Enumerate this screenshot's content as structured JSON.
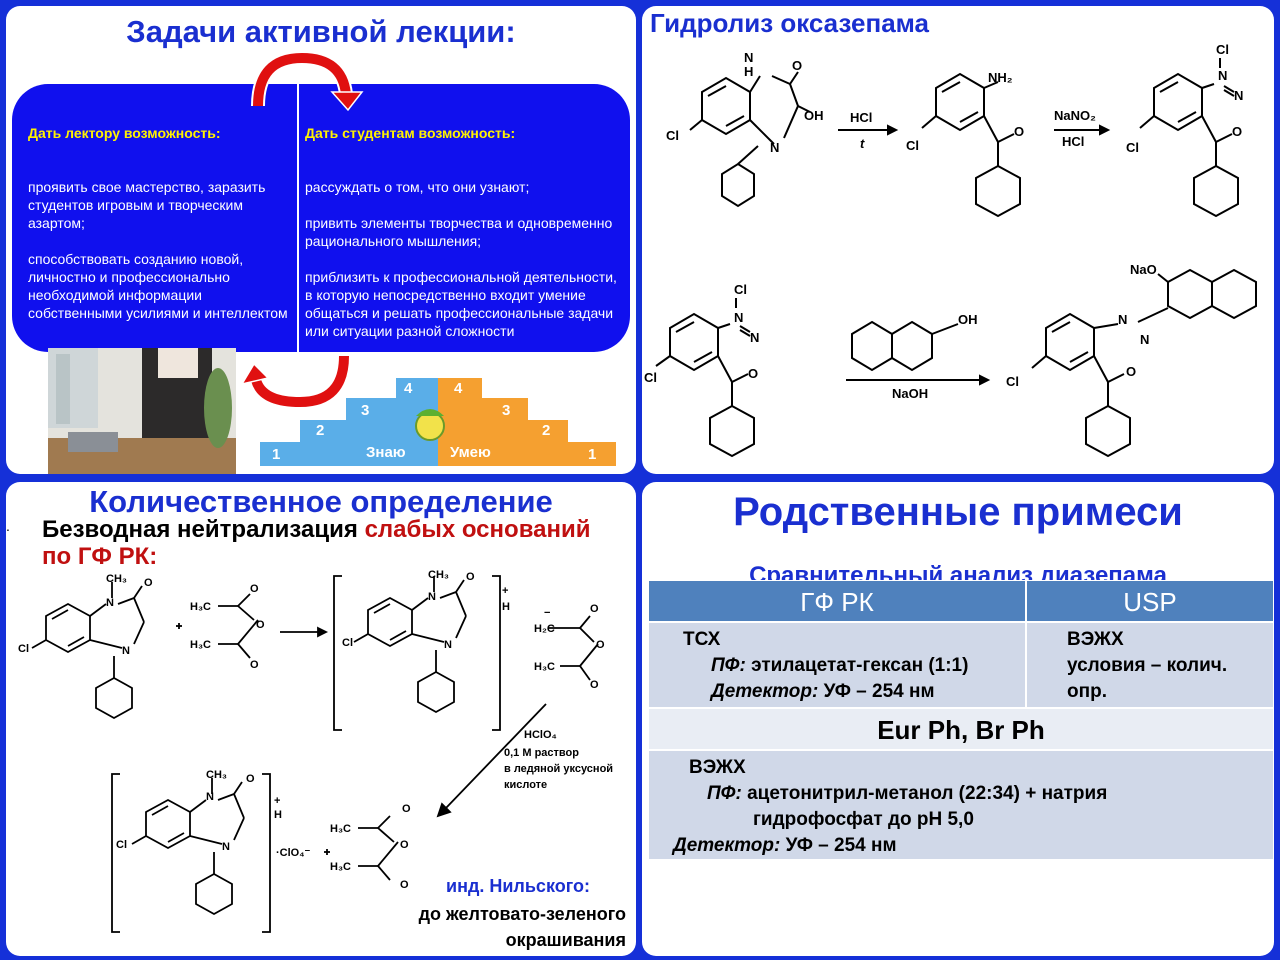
{
  "panel1": {
    "title": "Задачи активной лекции:",
    "left_head": "Дать лектору возможность:",
    "left_text": "проявить свое мастерство, заразить студентов игровым и творческим азартом;\n\nспособствовать созданию новой, личностно и профессионально необходимой информации собственными усилиями и интеллектом",
    "right_head": "Дать студентам возможность:",
    "right_text": "рассуждать о том, что они узнают;\n\nпривить элементы творчества и одновременно рационального мышления;\n\nприблизить к профессиональной деятельности, в которую непосредственно входит умение общаться и решать профессиональные задачи или ситуации разной сложности",
    "stairs_left_label": "Знаю",
    "stairs_right_label": "Умею",
    "stairs_numbers": [
      "1",
      "2",
      "3",
      "4"
    ],
    "colors": {
      "box": "#1010ee",
      "head": "#fff200",
      "arrow": "#e01010",
      "stairs_blue": "#5aaee8",
      "stairs_orange": "#f5a030"
    }
  },
  "panel2": {
    "title": "Гидролиз оксазепама",
    "labels": {
      "hcl": "HCl",
      "t": "t",
      "nano2": "NaNO",
      "nano2_sub": "2",
      "hcl2": "HCl",
      "naoh": "NaOH",
      "oh": "OH",
      "nh": "H",
      "n": "N",
      "o": "O",
      "cl": "Cl",
      "nh2": "NH",
      "nh2_sub": "2",
      "nao": "NaO"
    }
  },
  "panel3": {
    "title": "Количественное определение",
    "sub_black": "Безводная нейтрализация",
    "sub_red": "слабых оснований по ГФ РК:",
    "dot": ".",
    "reagent_line1": "HClO",
    "reagent_sub": "4",
    "reagent_line2": "0,1 M раствор",
    "reagent_line3": "в ледяной уксусной",
    "reagent_line4": "кислоте",
    "indicator": "инд. Нильского:",
    "endpoint": "до желтовато-зеленого\nокрашивания",
    "labels": {
      "ch3": "CH",
      "h3c": "H C",
      "n": "N",
      "o": "O",
      "cl": "Cl",
      "h": "H",
      "clo4": "ClO"
    }
  },
  "panel4": {
    "title": "Родственные примеси",
    "subtitle": "Сравнительный анализ диазепама",
    "col1_head": "ГФ РК",
    "col2_head": "USP",
    "gf_method": "ТСХ",
    "gf_pf_label": "ПФ:",
    "gf_pf_value": "этилацетат-гексан (1:1)",
    "gf_det_label": "Детектор:",
    "gf_det_value": "УФ – 254 нм",
    "usp_method": "ВЭЖХ",
    "usp_line2": "условия – колич.",
    "usp_line3": "опр.",
    "eur_head": "Eur Ph, Br Ph",
    "eur_method": "ВЭЖХ",
    "eur_pf_label": "ПФ:",
    "eur_pf_value": "ацетонитрил-метанол (22:34) + натрия",
    "eur_pf_value2": "гидрофосфат до рН 5,0",
    "eur_det_label": "Детектор:",
    "eur_det_value": "УФ – 254 нм",
    "colors": {
      "head": "#4f81bd",
      "body": "#d0d8e8"
    }
  }
}
